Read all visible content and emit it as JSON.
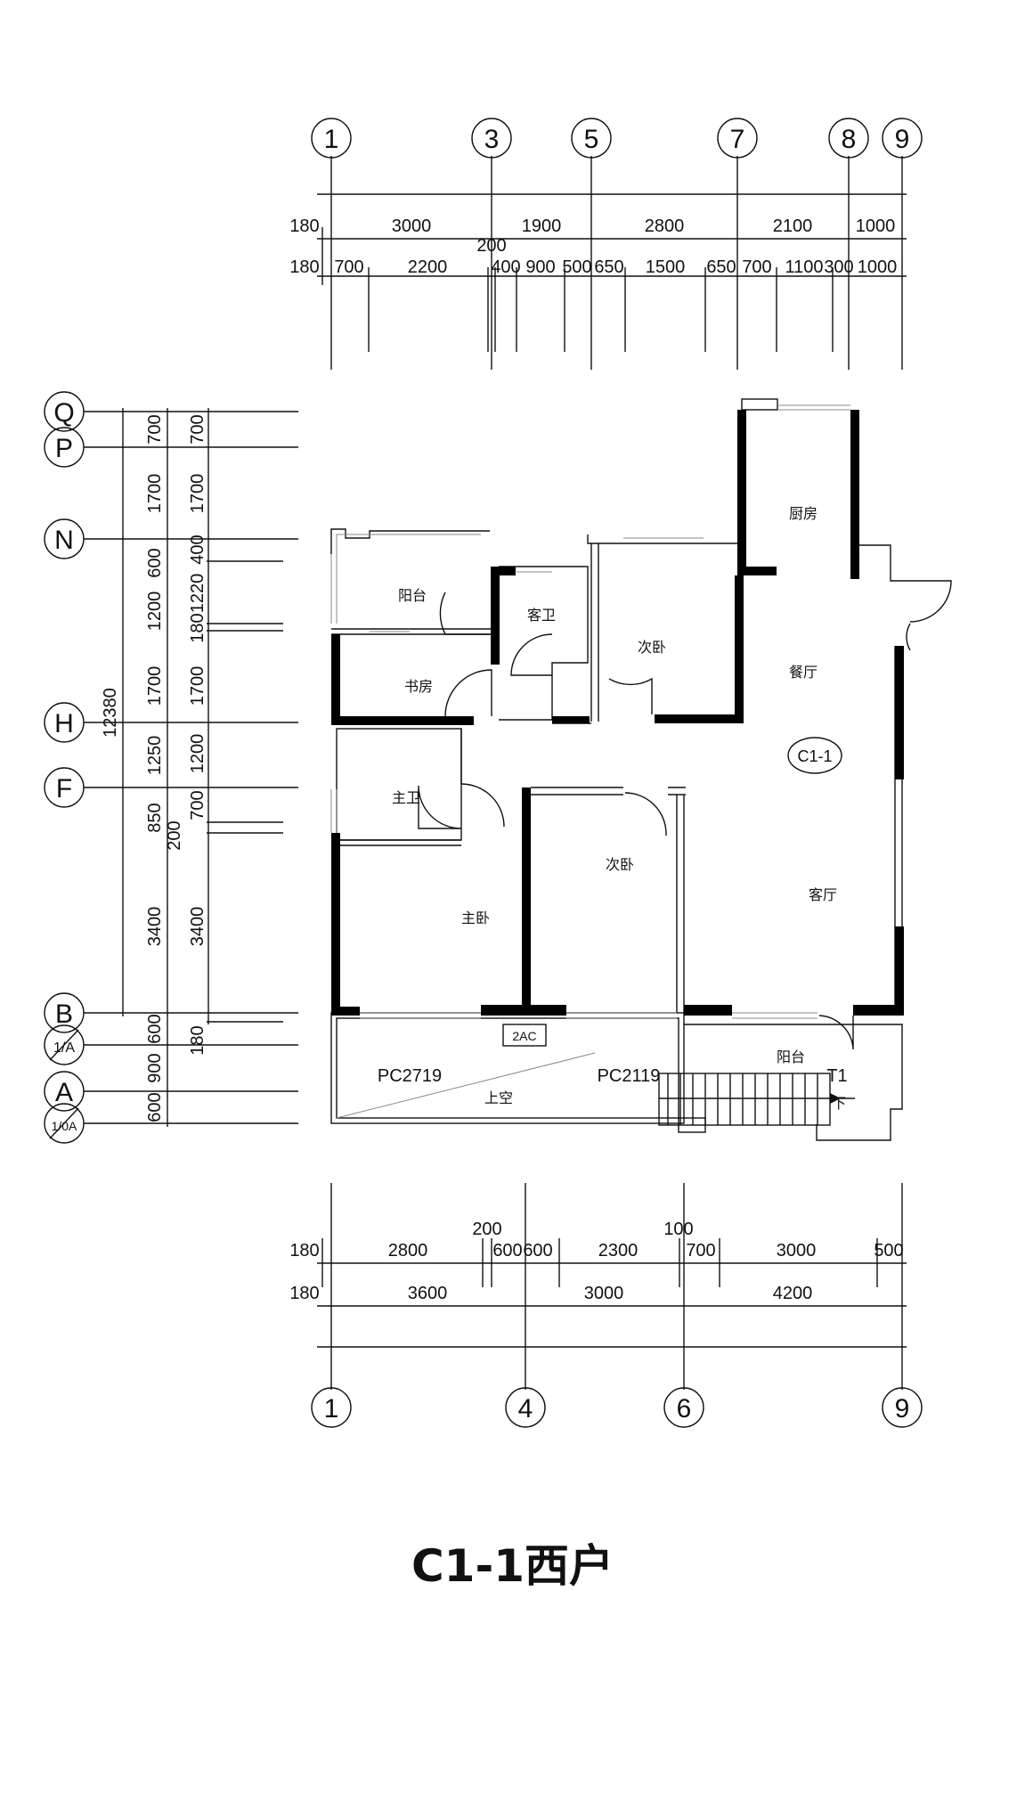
{
  "title": "C1-1西户",
  "unit_tag": "C1-1",
  "top_grid": [
    "1",
    "3",
    "5",
    "7",
    "8",
    "9"
  ],
  "bottom_grid": [
    "1",
    "4",
    "6",
    "9"
  ],
  "left_grid": [
    "Q",
    "P",
    "N",
    "H",
    "F",
    "B",
    "1/A",
    "A",
    "1/0A"
  ],
  "dims_top_row1": [
    "180",
    "3000",
    "1900",
    "2800",
    "2100",
    "1000"
  ],
  "dims_top_row2": [
    "180",
    "700",
    "2200",
    "200",
    "400",
    "900",
    "500",
    "650",
    "1500",
    "650",
    "700",
    "1100",
    "300",
    "1000"
  ],
  "dims_bottom_row1": [
    "180",
    "2800",
    "200",
    "600",
    "600",
    "2300",
    "100",
    "700",
    "3000",
    "500"
  ],
  "dims_bottom_row2": [
    "180",
    "3600",
    "3000",
    "4200"
  ],
  "dims_left_total": "12380",
  "dims_left_outer": [
    "700",
    "1700",
    "600",
    "1200",
    "1700",
    "1250",
    "850",
    "200",
    "3400",
    "600",
    "900",
    "600"
  ],
  "dims_left_inner": [
    "700",
    "1700",
    "400",
    "1220",
    "180",
    "1700",
    "1200",
    "700",
    "3400",
    "180"
  ],
  "rooms": {
    "kitchen": "厨房",
    "balcony_north": "阳台",
    "guest_bath": "客卫",
    "second_bed_north": "次卧",
    "dining": "餐厅",
    "study": "书房",
    "master_bath": "主卫",
    "second_bed_south": "次卧",
    "master_bed": "主卧",
    "living": "客厅",
    "balcony_south": "阳台",
    "void": "上空"
  },
  "labels": {
    "window_a": "PC2719",
    "window_b": "PC2119",
    "ac": "2AC",
    "stair_tag": "T1",
    "stair_down": "下"
  }
}
